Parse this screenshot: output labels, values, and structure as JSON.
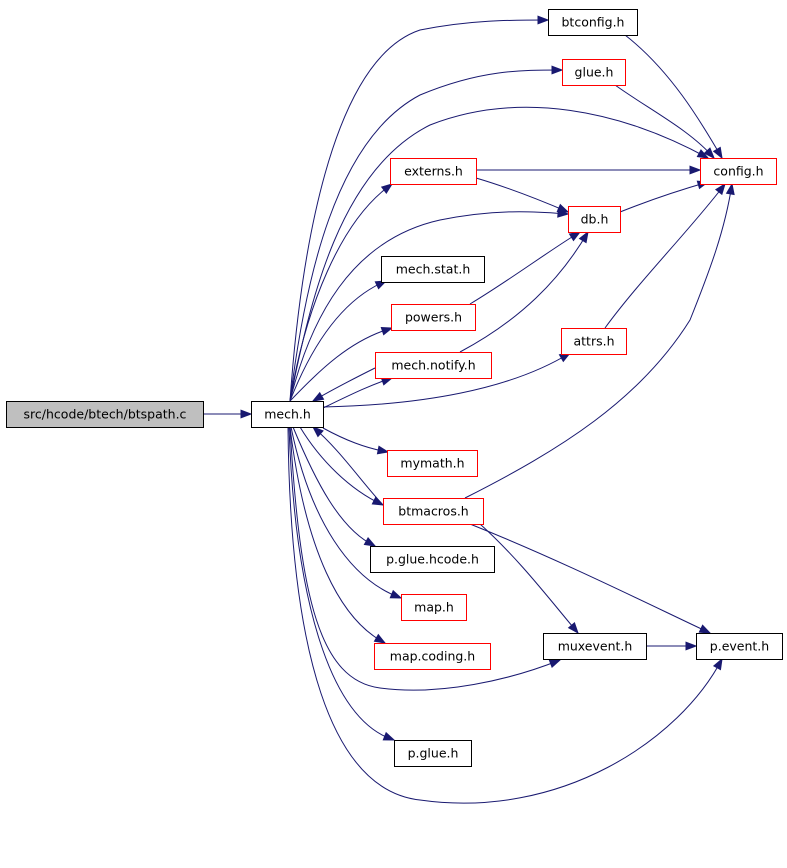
{
  "colors": {
    "edge": "#191970",
    "border_black": "#000000",
    "border_red": "#ff0000",
    "root_fill": "#bfbfbf",
    "node_fill": "#ffffff"
  },
  "nodes": [
    {
      "id": "btspath",
      "label": "src/hcode/btech/btspath.c",
      "style": "root"
    },
    {
      "id": "mech",
      "label": "mech.h",
      "style": "black"
    },
    {
      "id": "btconfig",
      "label": "btconfig.h",
      "style": "black"
    },
    {
      "id": "glue",
      "label": "glue.h",
      "style": "red"
    },
    {
      "id": "config",
      "label": "config.h",
      "style": "red"
    },
    {
      "id": "externs",
      "label": "externs.h",
      "style": "red"
    },
    {
      "id": "db",
      "label": "db.h",
      "style": "red"
    },
    {
      "id": "mechstat",
      "label": "mech.stat.h",
      "style": "black"
    },
    {
      "id": "powers",
      "label": "powers.h",
      "style": "red"
    },
    {
      "id": "attrs",
      "label": "attrs.h",
      "style": "red"
    },
    {
      "id": "mechnotify",
      "label": "mech.notify.h",
      "style": "red"
    },
    {
      "id": "mymath",
      "label": "mymath.h",
      "style": "red"
    },
    {
      "id": "btmacros",
      "label": "btmacros.h",
      "style": "red"
    },
    {
      "id": "pgluehcode",
      "label": "p.glue.hcode.h",
      "style": "black"
    },
    {
      "id": "map",
      "label": "map.h",
      "style": "red"
    },
    {
      "id": "muxevent",
      "label": "muxevent.h",
      "style": "black"
    },
    {
      "id": "pevent",
      "label": "p.event.h",
      "style": "black"
    },
    {
      "id": "mapcoding",
      "label": "map.coding.h",
      "style": "red"
    },
    {
      "id": "pglue",
      "label": "p.glue.h",
      "style": "black"
    }
  ],
  "edges": [
    {
      "from": "btspath",
      "to": "mech"
    },
    {
      "from": "mech",
      "to": "btconfig"
    },
    {
      "from": "mech",
      "to": "glue"
    },
    {
      "from": "mech",
      "to": "config"
    },
    {
      "from": "mech",
      "to": "externs"
    },
    {
      "from": "mech",
      "to": "db"
    },
    {
      "from": "mech",
      "to": "mechstat"
    },
    {
      "from": "mech",
      "to": "powers"
    },
    {
      "from": "mech",
      "to": "mechnotify"
    },
    {
      "from": "mech",
      "to": "attrs"
    },
    {
      "from": "mech",
      "to": "mymath"
    },
    {
      "from": "mech",
      "to": "btmacros"
    },
    {
      "from": "mech",
      "to": "pgluehcode"
    },
    {
      "from": "mech",
      "to": "map"
    },
    {
      "from": "mech",
      "to": "mapcoding"
    },
    {
      "from": "mech",
      "to": "muxevent"
    },
    {
      "from": "mech",
      "to": "pglue"
    },
    {
      "from": "mech",
      "to": "pevent"
    },
    {
      "from": "btconfig",
      "to": "config"
    },
    {
      "from": "glue",
      "to": "config"
    },
    {
      "from": "externs",
      "to": "config"
    },
    {
      "from": "externs",
      "to": "db"
    },
    {
      "from": "db",
      "to": "config"
    },
    {
      "from": "powers",
      "to": "db"
    },
    {
      "from": "mechnotify",
      "to": "db"
    },
    {
      "from": "mechnotify",
      "to": "mech"
    },
    {
      "from": "attrs",
      "to": "config"
    },
    {
      "from": "btmacros",
      "to": "config"
    },
    {
      "from": "btmacros",
      "to": "mech"
    },
    {
      "from": "btmacros",
      "to": "muxevent"
    },
    {
      "from": "btmacros",
      "to": "pevent"
    },
    {
      "from": "muxevent",
      "to": "pevent"
    }
  ]
}
